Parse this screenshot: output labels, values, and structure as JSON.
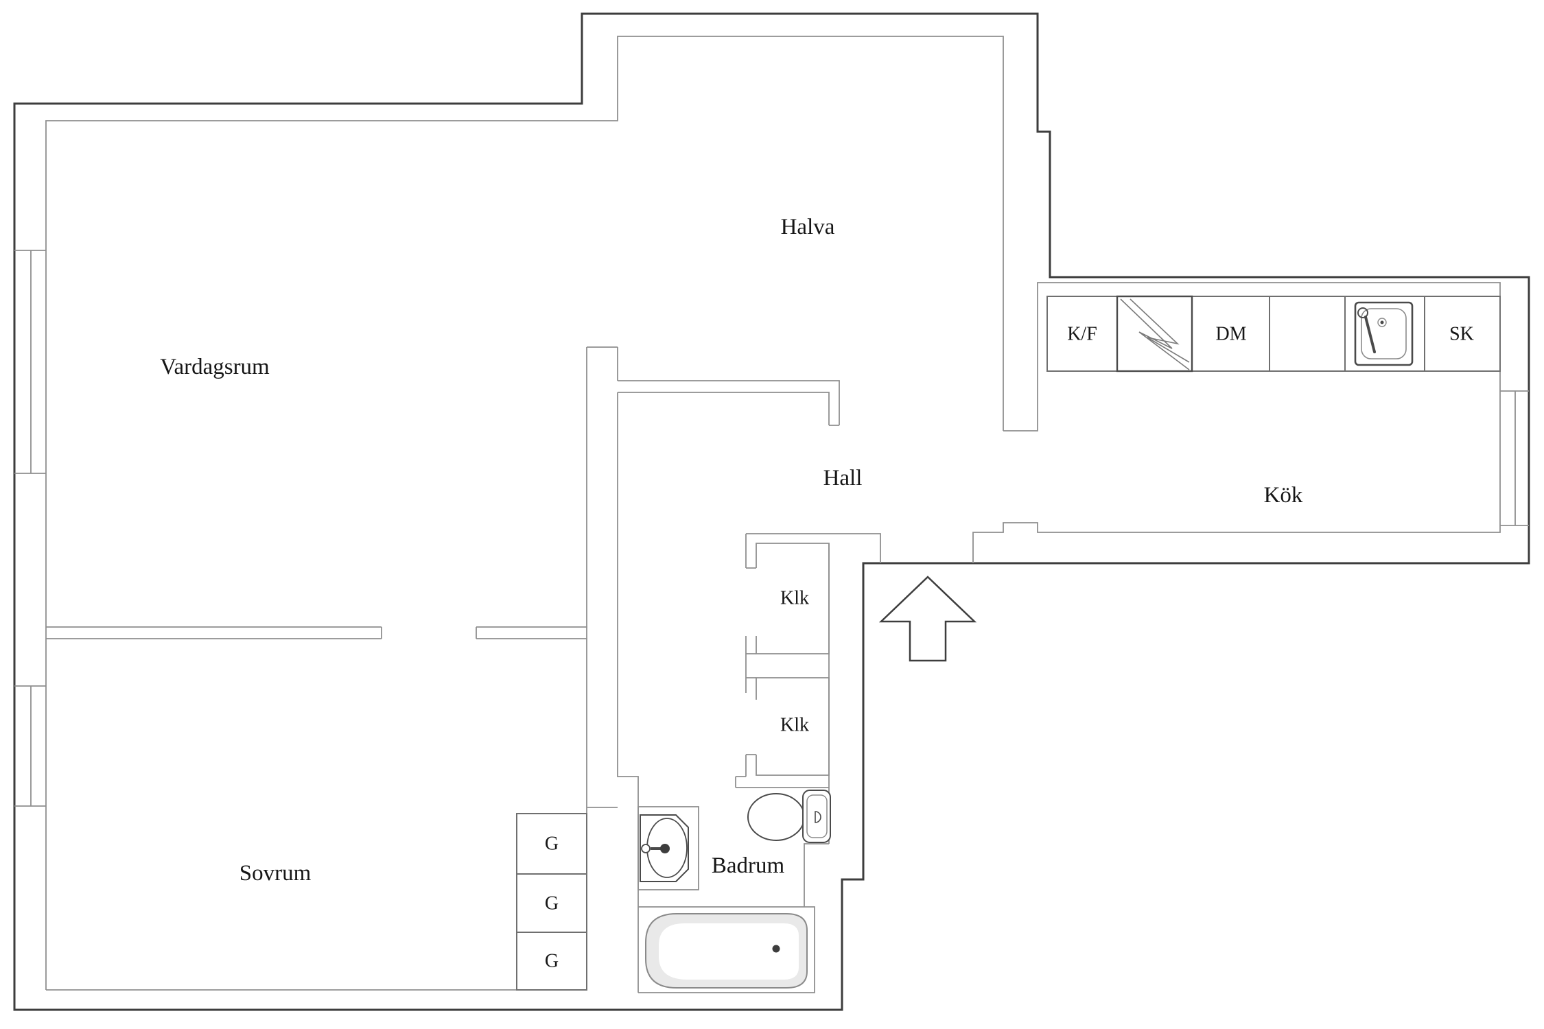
{
  "floorplan": {
    "rooms": {
      "halva": "Halva",
      "vardagsrum": "Vardagsrum",
      "hall": "Hall",
      "kok": "Kök",
      "sovrum": "Sovrum",
      "badrum": "Badrum"
    },
    "closets": {
      "klk_upper": "Klk",
      "klk_lower": "Klk"
    },
    "kitchen_units": {
      "fridge_freezer": "K/F",
      "dishwasher": "DM",
      "sink_cabinet": "SK"
    },
    "wardrobes": [
      "G",
      "G",
      "G"
    ],
    "icons": {
      "entrance-arrow-icon": "↑",
      "stove-icon": "zigzag lightning symbol",
      "kitchen-sink-icon": "sink basin with faucet",
      "washbasin-icon": "oval basin with tap",
      "toilet-icon": "toilet bowl with cistern",
      "bathtub-icon": "bathtub",
      "window-icon": "triple-line wall opening"
    },
    "colors": {
      "wall_dark": "#3d3d3d",
      "wall_light": "#8f8f8f",
      "text": "#161616",
      "fixture_stroke": "#4a4a4a",
      "fixture_light": "#9a9a9a",
      "tub_shade": "#e9e9e9",
      "background": "#ffffff"
    }
  }
}
